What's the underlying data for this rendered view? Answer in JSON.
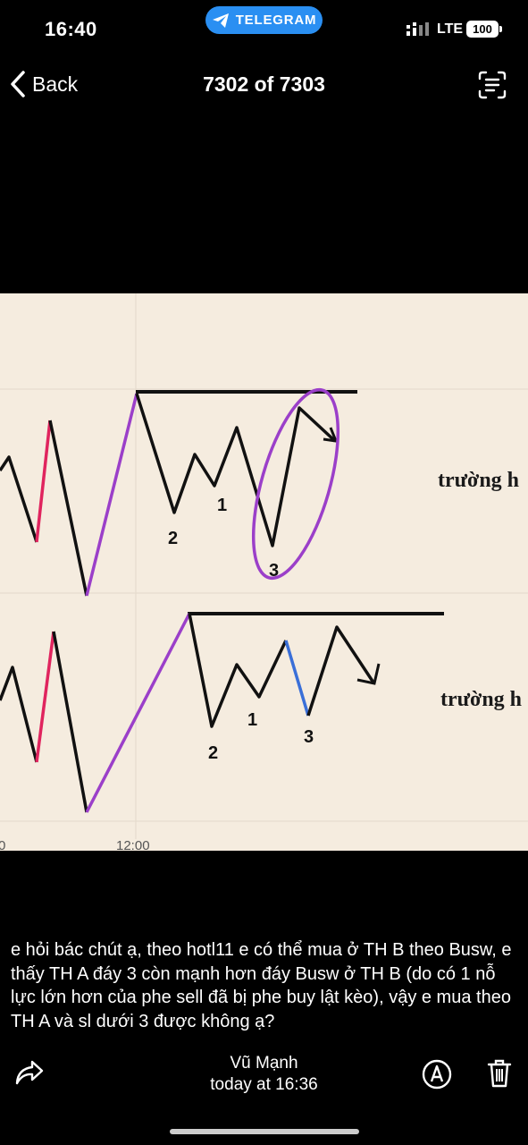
{
  "status_bar": {
    "time": "16:40",
    "back_to_app": "TELEGRAM",
    "network": "LTE",
    "battery": "100"
  },
  "nav": {
    "back_label": "Back",
    "title": "7302 of 7303"
  },
  "photo": {
    "side_label_top": "trường h",
    "side_label_bottom": "trường h",
    "top_labels": [
      "1",
      "2",
      "3"
    ],
    "bottom_labels": [
      "1",
      "2",
      "3"
    ],
    "axis_tick_left": "0",
    "axis_tick_time": "12:00",
    "colors": {
      "background": "#f5ecdf",
      "price_line": "#111111",
      "red_leg": "#e0245e",
      "purple_leg": "#9b3fc9",
      "blue_leg": "#3a6fd8",
      "circle": "#9b3fc9"
    }
  },
  "caption": "e hỏi bác chút ạ, theo hotl11 e có thể mua ở TH B theo Busw, e thấy TH A đáy 3 còn mạnh hơn đáy Busw ở TH B (do có 1 nỗ lực lớn hơn của phe sell đã bị phe buy lật kèo), vậy e mua theo TH A và sl dưới 3 được không ạ?",
  "footer": {
    "sender": "Vũ Mạnh",
    "sent_time": "today at 16:36"
  },
  "icons": {
    "back": "chevron-left-icon",
    "scan": "live-text-icon",
    "share": "share-arrow-icon",
    "markup": "markup-pen-icon",
    "delete": "trash-icon",
    "telegram": "telegram-plane-icon"
  }
}
